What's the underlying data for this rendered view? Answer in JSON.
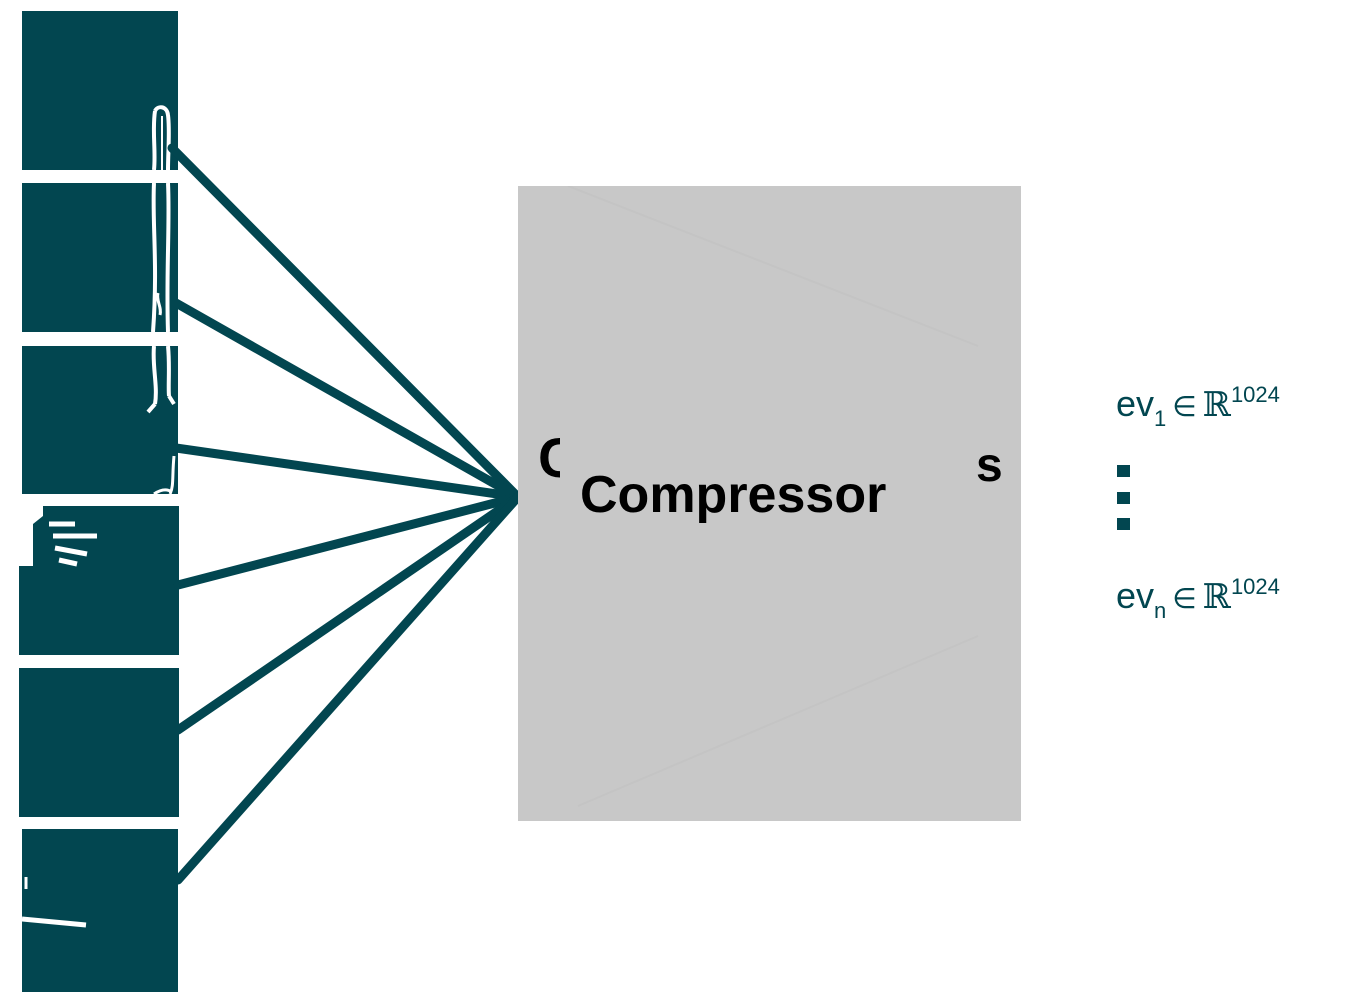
{
  "diagram": {
    "compressor_label": "Compressor",
    "outputs": {
      "first": {
        "base": "ev",
        "subscript": "1",
        "member_symbol": "∈",
        "space_symbol": "ℝ",
        "exponent": "1024"
      },
      "last": {
        "base": "ev",
        "subscript": "n",
        "member_symbol": "∈",
        "space_symbol": "ℝ",
        "exponent": "1024"
      },
      "ellipsis": "⋮"
    },
    "input_tile_count": 6,
    "colors": {
      "tile": "#024650",
      "link": "#024650",
      "compressor_fill": "#c8c8c8",
      "output_text": "#024650",
      "label_text": "#000000"
    }
  }
}
